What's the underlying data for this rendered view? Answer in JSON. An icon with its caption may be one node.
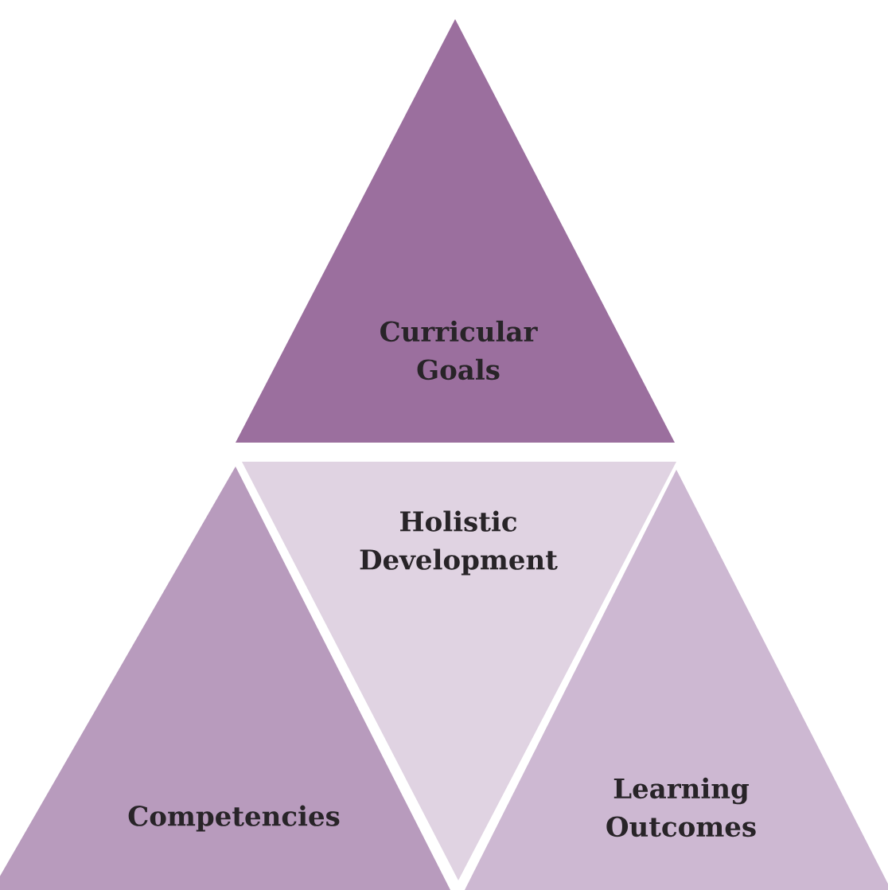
{
  "diagram": {
    "nodes": [
      {
        "text": [
          "Curricular Goals"
        ]
      },
      {
        "text": [
          "Holistic Development"
        ]
      },
      {
        "text": [
          "Competencies"
        ]
      },
      {
        "text": [
          "Learning Outcomes"
        ]
      }
    ]
  }
}
